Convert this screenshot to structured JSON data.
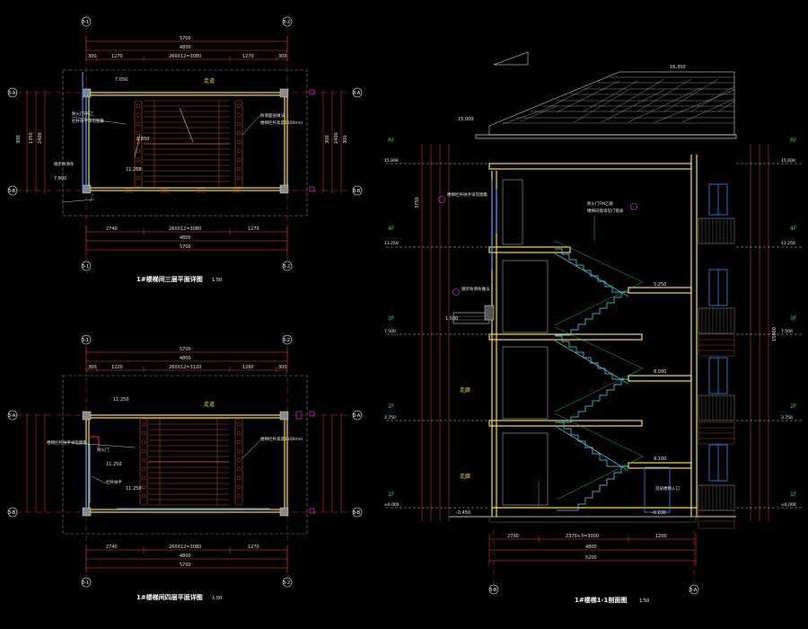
{
  "drawings": {
    "plan_top": {
      "title": "1#楼梯间三层平面详图",
      "scale": "1:50",
      "room_label": "走道",
      "dims_top_outer": "5700",
      "dims_top_mid": "4800",
      "dims_top_inner": [
        "300",
        "1270",
        "260X12=3080",
        "1270",
        "300"
      ],
      "dims_bottom": [
        "2740",
        "260X12=3080",
        "1270"
      ],
      "dims_bottom_mid": "4800",
      "dims_bottom_outer": "5700",
      "dims_left": [
        "300",
        "1350",
        "2400"
      ],
      "dims_right": [
        "300",
        "2400",
        "300"
      ],
      "levels": [
        "7.050",
        "8.850",
        "11.250",
        "7.800"
      ],
      "notes": [
        "防火门FM乙",
        "栏杆扶手详见图集",
        "踏步防滑条",
        "防滑面层做法",
        "楼梯栏杆高度1100mm"
      ],
      "grids_top": [
        "3-1",
        "3-2"
      ],
      "grids_bottom": [
        "3-1",
        "3-2"
      ],
      "grids_left": [
        "3-A",
        "3-B"
      ],
      "grids_right": [
        "3-A",
        "3-B"
      ]
    },
    "plan_bottom": {
      "title": "1#楼梯间四层平面详图",
      "scale": "1:50",
      "room_label": "走道",
      "dims_top_outer": "5700",
      "dims_top_mid": "4800",
      "dims_top_inner": [
        "300",
        "1220",
        "260X12=3120",
        "1260",
        "300"
      ],
      "dims_bottom": [
        "2740",
        "260X12=3080",
        "1270"
      ],
      "dims_bottom_mid": "4800",
      "dims_bottom_outer": "5700",
      "levels": [
        "11.250",
        "11.250",
        "11.250"
      ],
      "notes": [
        "楼梯栏杆扶手详见图集",
        "防火门",
        "栏杆扶手",
        "楼梯栏杆高度1100mm"
      ],
      "grids_top": [
        "3-1",
        "3-2"
      ],
      "grids_bottom": [
        "3-1",
        "3-2"
      ],
      "grids_left": [
        "3-A",
        "3-B"
      ],
      "grids_right": [
        "3-A",
        "3-B"
      ]
    },
    "section": {
      "title": "1#楼梯1-1剖面图",
      "scale": "1:50",
      "roof_level": "16.350",
      "left_eave_level": "15.000",
      "floors": [
        {
          "name": "RF",
          "level": "15.000"
        },
        {
          "name": "4F",
          "level": "11.250"
        },
        {
          "name": "3F",
          "level": "7.500"
        },
        {
          "name": "2F",
          "level": "3.750"
        },
        {
          "name": "1F",
          "level": "±0.000"
        }
      ],
      "room_labels": [
        "走廊",
        "走廊"
      ],
      "stair_notes": [
        "楼梯栏杆扶手详见图集",
        "踏步防滑条做法",
        "防火门FM乙级",
        "楼梯间窗详见门窗表"
      ],
      "dims_bottom": [
        "2700",
        "2370+3=3000",
        "1200"
      ],
      "dims_bottom_mid": "4800",
      "dims_bottom_outer": "5200",
      "dims_right_total": "15000",
      "floor_height": "3750",
      "level_labels": [
        "5.250",
        "8.000",
        "9.100",
        "1.500",
        "-0.450",
        "-0.030"
      ],
      "door_note": "首层楼梯入口",
      "grids_bottom": [
        "3-B",
        "3-A"
      ]
    }
  },
  "colors": {
    "background": "#000000",
    "wall_yellow": "#ffe14a",
    "dim_red": "#ff3a3a",
    "dim_text": "#e8e8e8",
    "grid_circle": "#ffffff",
    "stair_cyan": "#58e6ff",
    "stair_green": "#2fbf3f",
    "window_blue": "#3a8cff",
    "brick_red": "#b35a40",
    "hatch_grey": "#9a9a9a",
    "magenta": "#ff37ff"
  }
}
